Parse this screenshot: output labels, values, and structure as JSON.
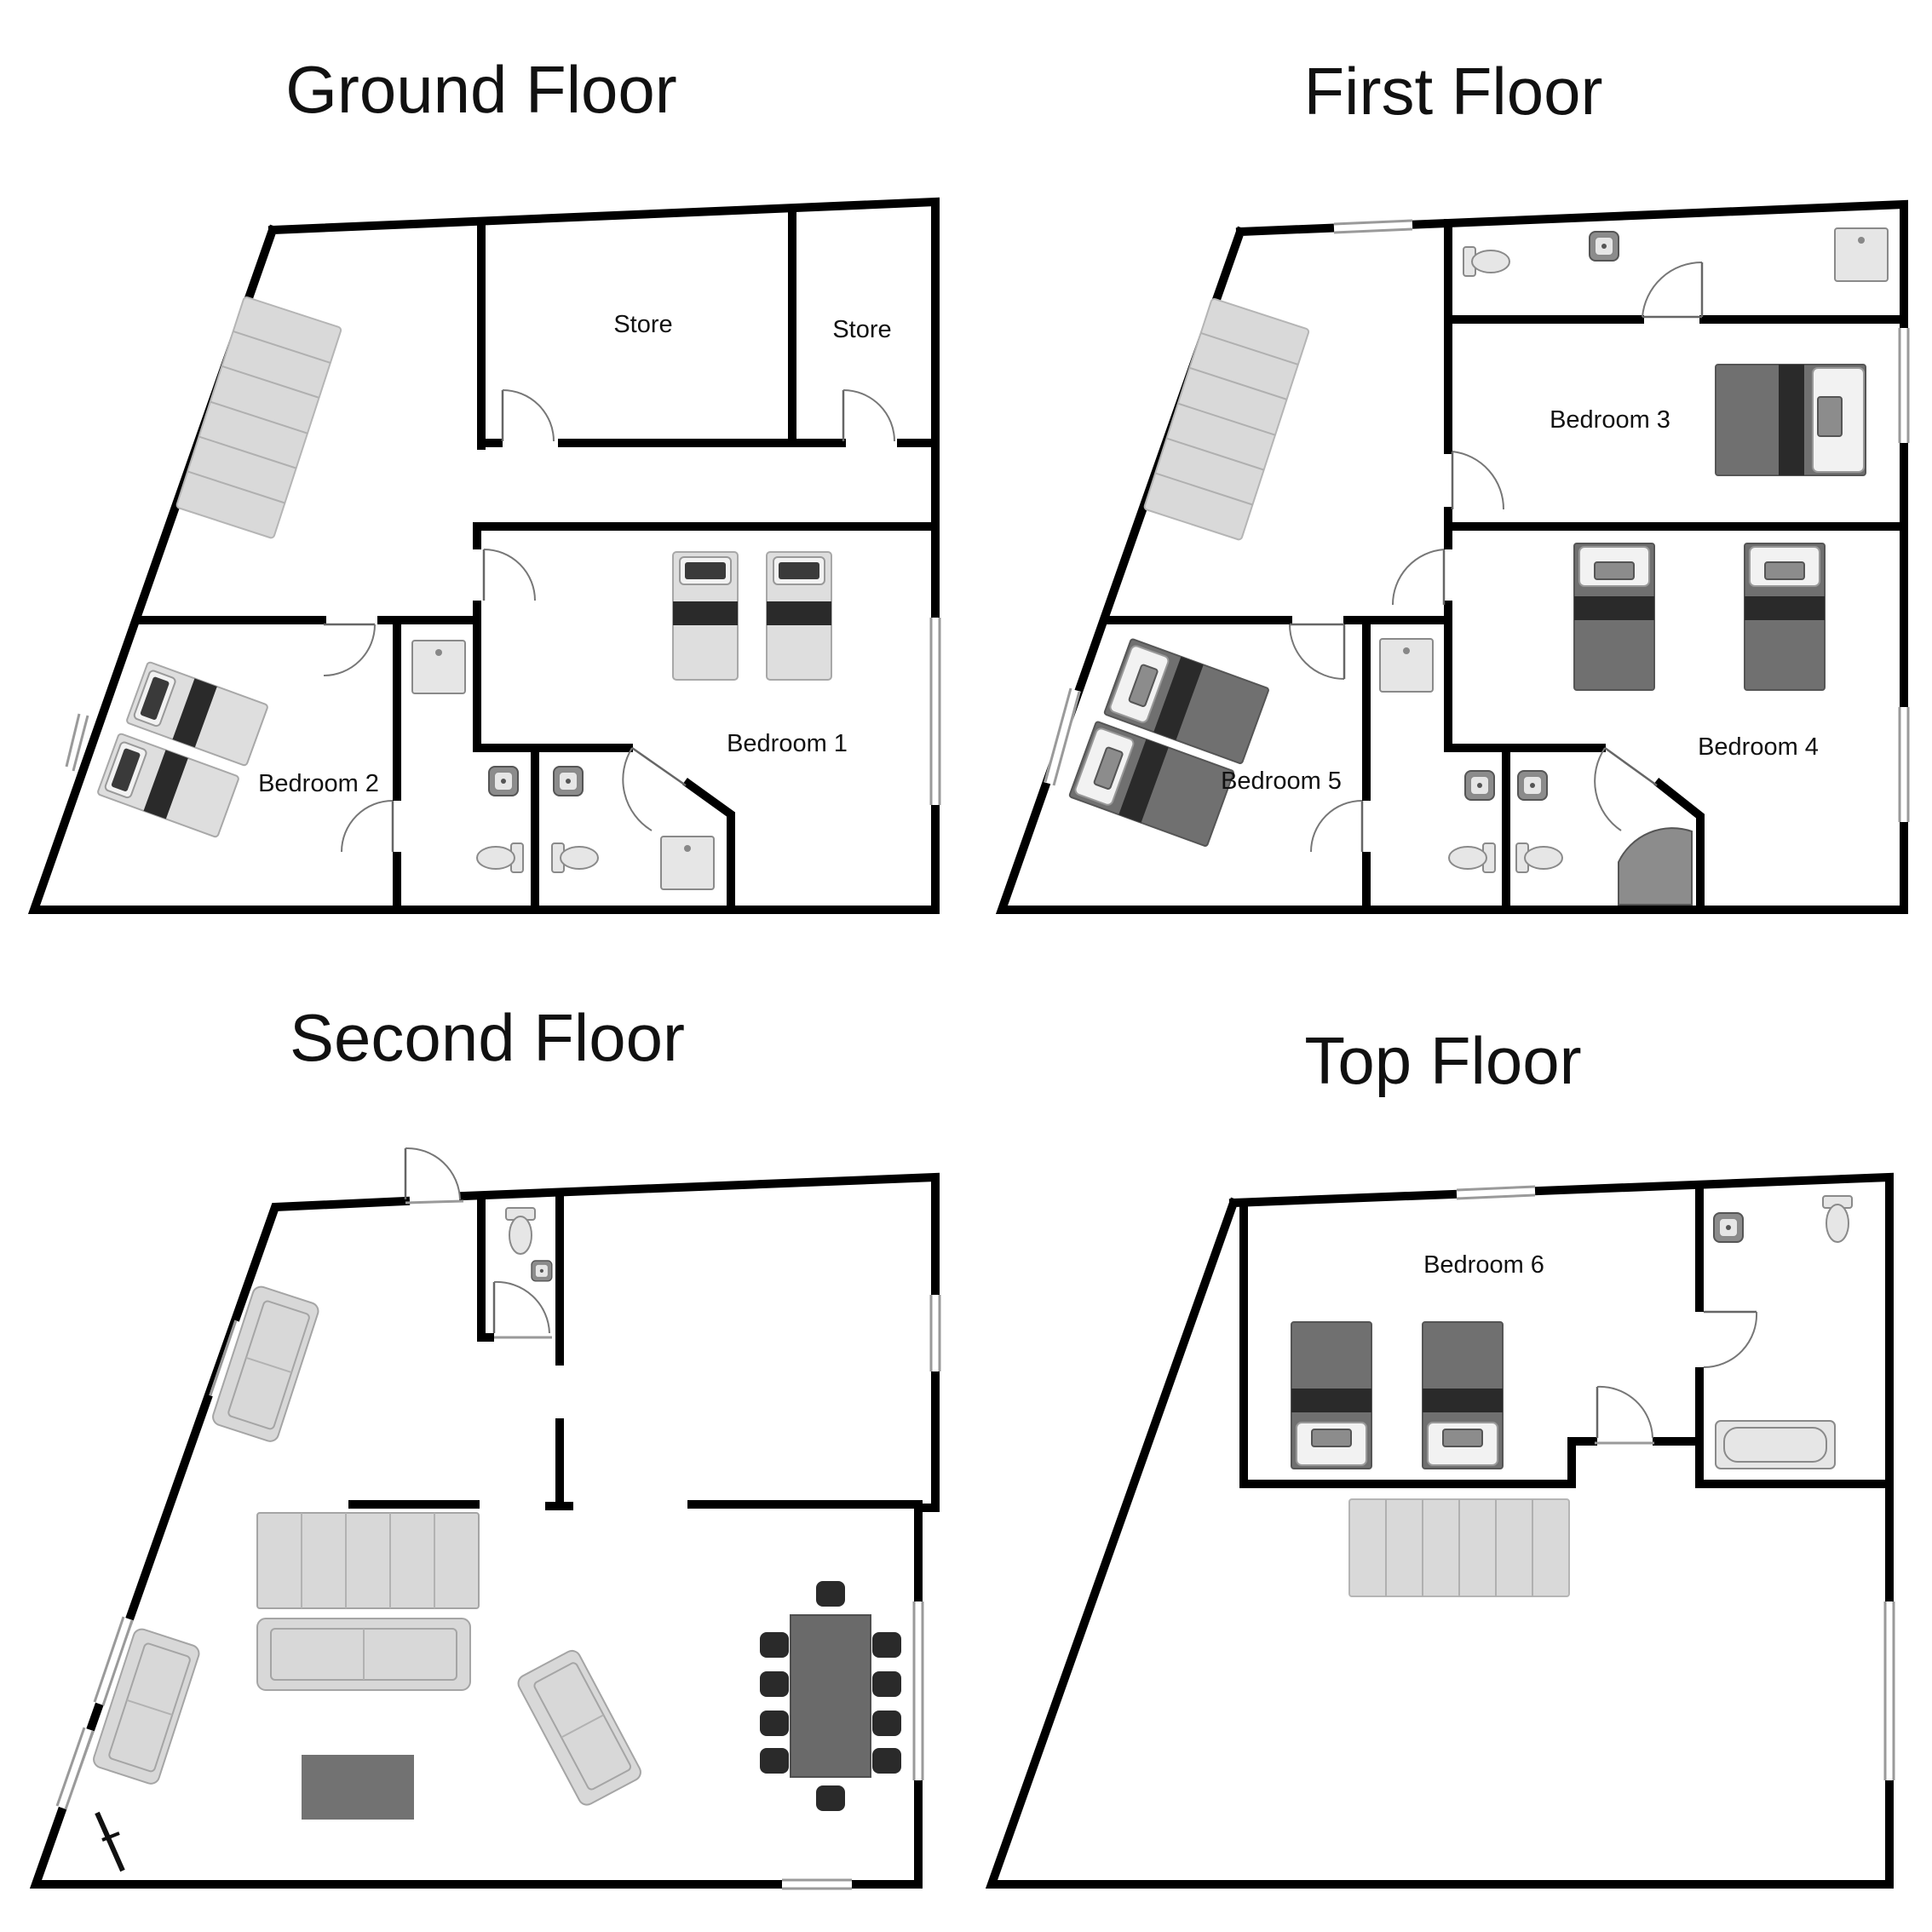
{
  "floors": {
    "ground": {
      "title": "Ground Floor",
      "rooms": {
        "store_a": "Store",
        "store_b": "Store",
        "bedroom_1": "Bedroom 1",
        "bedroom_2": "Bedroom 2"
      }
    },
    "first": {
      "title": "First Floor",
      "rooms": {
        "bedroom_3": "Bedroom 3",
        "bedroom_4": "Bedroom 4",
        "bedroom_5": "Bedroom 5"
      }
    },
    "second": {
      "title": "Second Floor",
      "rooms": {}
    },
    "top": {
      "title": "Top Floor",
      "rooms": {
        "bedroom_6": "Bedroom 6"
      }
    }
  }
}
